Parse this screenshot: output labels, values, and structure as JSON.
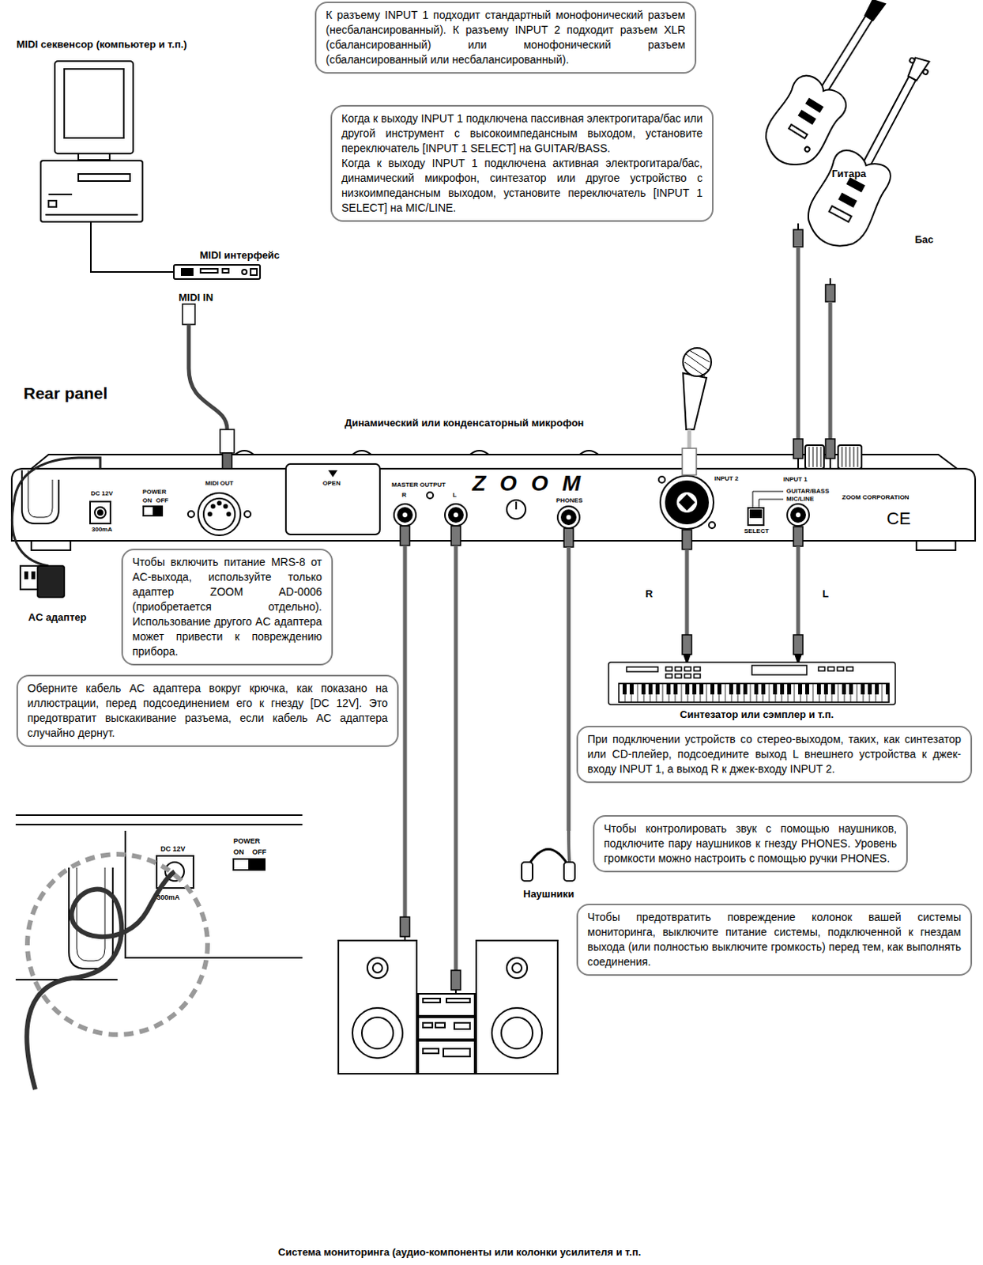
{
  "diagram": {
    "nodes": [
      {
        "text": [
          "К разъему INPUT 1 подходит стандартный монофонический разъем (несбалансированный). К разъему INPUT 2 подходит разъем XLR (сбалансированный) или монофонический разъем (сбалансированный или несбалансированный)."
        ]
      },
      {
        "text": [
          "Когда к выходу INPUT 1 подключена пассивная электрогитара/бас или другой инструмент с высокоимпедансным выходом, установите переключатель [INPUT 1 SELECT] на GUITAR/BASS.",
          "Когда к выходу INPUT 1 подключена активная электрогитара/бас, динамический микрофон, синтезатор или другое устройство с низкоимпедансным выходом, установите переключатель [INPUT 1 SELECT] на MIC/LINE."
        ]
      },
      {
        "text": [
          "Чтобы включить питание MRS-8 от AC-выхода, используйте только адаптер ZOOM AD-0006 (приобретается отдельно). Использование другого AC адаптера может привести к повреждению прибора."
        ]
      },
      {
        "text": [
          "Оберните кабель AC адаптера вокруг крючка, как показано на иллюстрации, перед подсоединением его к гнезду [DC 12V]. Это предотвратит выскакивание разъема, если кабель AC адаптера случайно дернут."
        ]
      },
      {
        "text": [
          "При подключении устройств со стерео-выходом, таких, как синтезатор или CD-плейер, подсоедините выход L внешнего устройства к джек-входу INPUT 1, а выход R к джек-входу INPUT 2."
        ]
      },
      {
        "text": [
          "Чтобы контролировать звук с помощью наушников, подключите пару наушников к гнезду PHONES. Уровень громкости можно настроить с помощью ручки PHONES."
        ]
      },
      {
        "text": [
          "Чтобы предотвратить повреждение колонок вашей системы мониторинга, выключите питание системы, подключенной к гнездам выхода (или полностью выключите громкость) перед тем, как выполнять соединения."
        ]
      }
    ],
    "labels": [
      "MIDI секвенсор (компьютер и т.п.)",
      "Гитара",
      "MIDI интерфейс",
      "Бас",
      "MIDI IN",
      "Rear panel",
      "Динамический или конденсаторный микрофон",
      "DC 12V",
      "POWER",
      "ON",
      "OFF",
      "300mA",
      "MIDI OUT",
      "OPEN",
      "MASTER OUTPUT",
      "R",
      "L",
      "ZOOM",
      "PHONES",
      "INPUT 2",
      "INPUT 1",
      "GUITAR/BASS",
      "MIC/LINE",
      "SELECT",
      "ZOOM CORPORATION",
      "CE",
      "AC адаптер",
      "R",
      "L",
      "Синтезатор или сэмплер и т.п.",
      "DC 12V",
      "POWER",
      "ON",
      "OFF",
      "300mA",
      "Наушники",
      "Система мониторинга (аудио-компоненты или колонки усилителя и т.п."
    ]
  }
}
